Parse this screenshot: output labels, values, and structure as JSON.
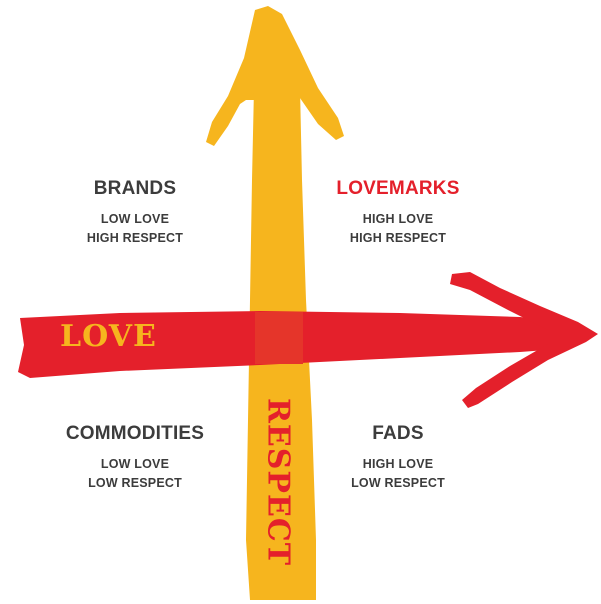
{
  "axes": {
    "horizontal_label": "LOVE",
    "vertical_label": "RESPECT"
  },
  "quadrants": {
    "top_left": {
      "title": "BRANDS",
      "line1": "LOW LOVE",
      "line2": "HIGH RESPECT"
    },
    "top_right": {
      "title": "LOVEMARKS",
      "line1": "HIGH LOVE",
      "line2": "HIGH RESPECT"
    },
    "bottom_left": {
      "title": "COMMODITIES",
      "line1": "LOW LOVE",
      "line2": "LOW RESPECT"
    },
    "bottom_right": {
      "title": "FADS",
      "line1": "HIGH LOVE",
      "line2": "LOW RESPECT"
    }
  },
  "colors": {
    "love_arrow": "#e4202b",
    "respect_arrow": "#f6b51e",
    "overlap": "#e5352a",
    "text": "#3c3c3c",
    "highlight_title": "#e4202b"
  }
}
